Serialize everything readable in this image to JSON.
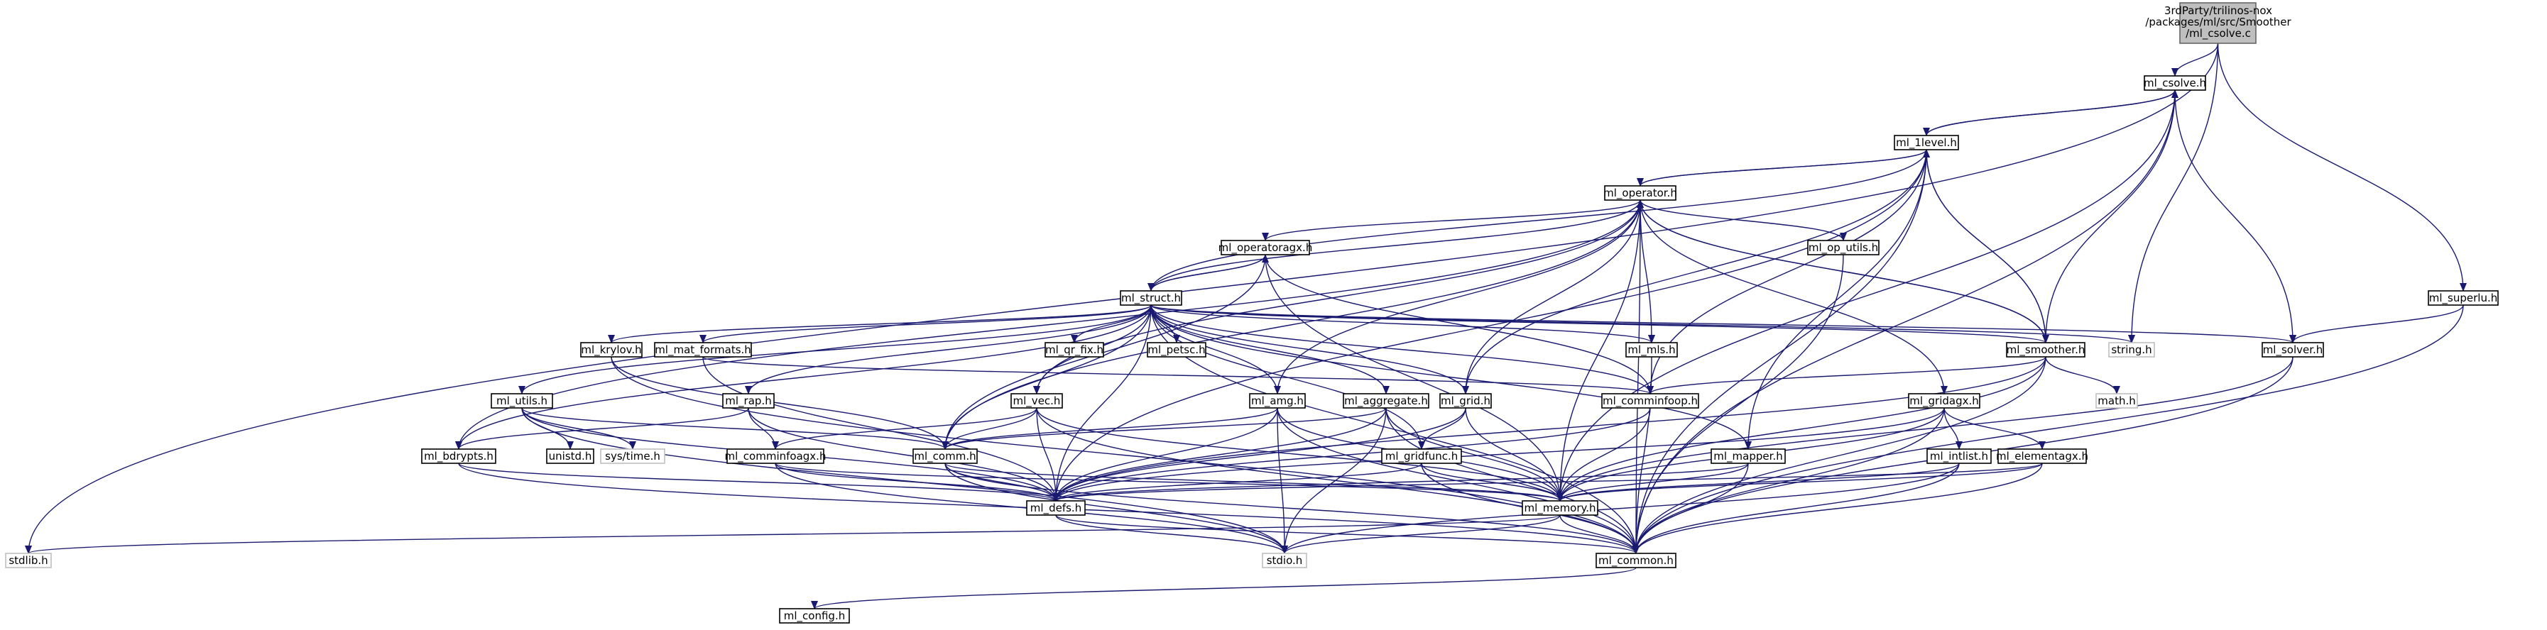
{
  "graph": {
    "root": {
      "lines": [
        "3rdParty/trilinos-nox",
        "/packages/ml/src/Smoother",
        "/ml_csolve.c"
      ]
    },
    "nodes": {
      "ml_csolve": "ml_csolve.h",
      "ml_1level": "ml_1level.h",
      "ml_operator": "ml_operator.h",
      "ml_operatoragx": "ml_operatoragx.h",
      "ml_op_utils": "ml_op_utils.h",
      "ml_struct": "ml_struct.h",
      "ml_krylov": "ml_krylov.h",
      "ml_mat_formats": "ml_mat_formats.h",
      "ml_qr_fix": "ml_qr_fix.h",
      "ml_petsc": "ml_petsc.h",
      "ml_mls": "ml_mls.h",
      "ml_smoother": "ml_smoother.h",
      "string": "string.h",
      "ml_solver": "ml_solver.h",
      "ml_superlu": "ml_superlu.h",
      "ml_utils": "ml_utils.h",
      "ml_rap": "ml_rap.h",
      "ml_vec": "ml_vec.h",
      "ml_amg": "ml_amg.h",
      "ml_aggregate": "ml_aggregate.h",
      "ml_grid": "ml_grid.h",
      "ml_comminfoop": "ml_comminfoop.h",
      "ml_gridagx": "ml_gridagx.h",
      "math": "math.h",
      "ml_bdrypts": "ml_bdrypts.h",
      "unistd": "unistd.h",
      "systime": "sys/time.h",
      "ml_comminfoagx": "ml_comminfoagx.h",
      "ml_comm": "ml_comm.h",
      "ml_gridfunc": "ml_gridfunc.h",
      "ml_mapper": "ml_mapper.h",
      "ml_intlist": "ml_intlist.h",
      "ml_elementagx": "ml_elementagx.h",
      "ml_defs": "ml_defs.h",
      "ml_memory": "ml_memory.h",
      "stdlib": "stdlib.h",
      "stdio": "stdio.h",
      "ml_common": "ml_common.h",
      "ml_config": "ml_config.h"
    }
  }
}
